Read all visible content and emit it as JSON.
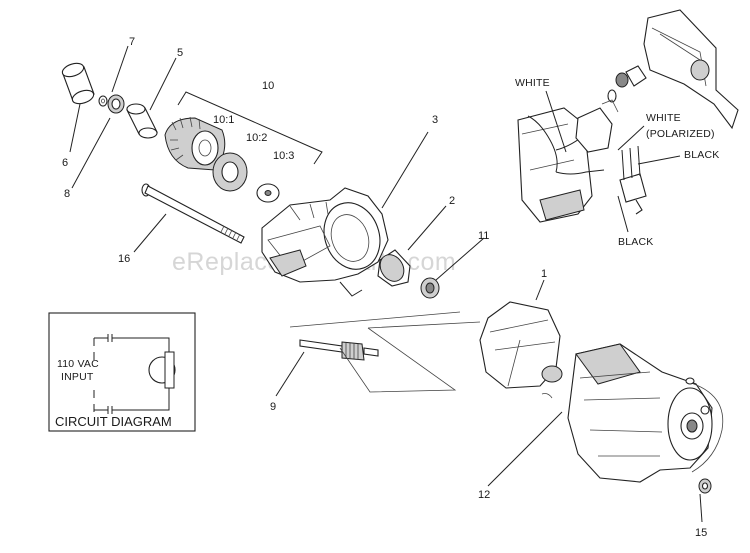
{
  "watermark": "eReplacementParts.com",
  "circuit": {
    "title": "CIRCUIT DIAGRAM",
    "input_line1": "110 VAC",
    "input_line2": "INPUT"
  },
  "wire_labels": {
    "white": "WHITE",
    "white_polarized_1": "WHITE",
    "white_polarized_2": "(POLARIZED)",
    "black_right": "BLACK",
    "black_bottom": "BLACK"
  },
  "callouts": {
    "p1": "1",
    "p2": "2",
    "p3": "3",
    "p5": "5",
    "p6": "6",
    "p7": "7",
    "p8": "8",
    "p9": "9",
    "p10": "10",
    "p10_1": "10:1",
    "p10_2": "10:2",
    "p10_3": "10:3",
    "p11": "11",
    "p12": "12",
    "p15": "15",
    "p16": "16"
  }
}
